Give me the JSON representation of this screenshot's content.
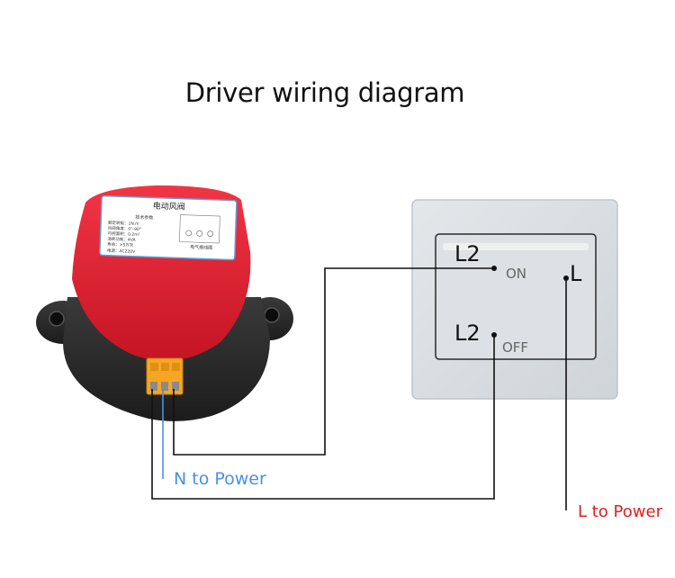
{
  "title": "Driver wiring diagram",
  "actuator": {
    "label_title": "电动风阀",
    "label_subtitle": "技术参数",
    "label_lines": [
      "额定转矩：1N.m",
      "风阀角度：0°-90°",
      "可控面积：0.2m²",
      "消耗功耗：4VA",
      "寿命：>5万次"
    ],
    "label_voltage": "电源：AC220V",
    "label_wiring": "电气接线图"
  },
  "switch": {
    "top_terminal_left": "L2",
    "top_terminal_state": "ON",
    "top_terminal_right": "L",
    "bottom_terminal_left": "L2",
    "bottom_terminal_state": "OFF"
  },
  "labels": {
    "neutral": "N to Power",
    "live": "L to Power"
  },
  "colors": {
    "actuator_red": "#e8202e",
    "actuator_black": "#2a2a2a",
    "terminal_orange": "#f5a623",
    "switch_plate": "#d9dde2",
    "neutral_wire": "#4a90e2",
    "live_text": "#e02020",
    "wire": "#111111"
  }
}
